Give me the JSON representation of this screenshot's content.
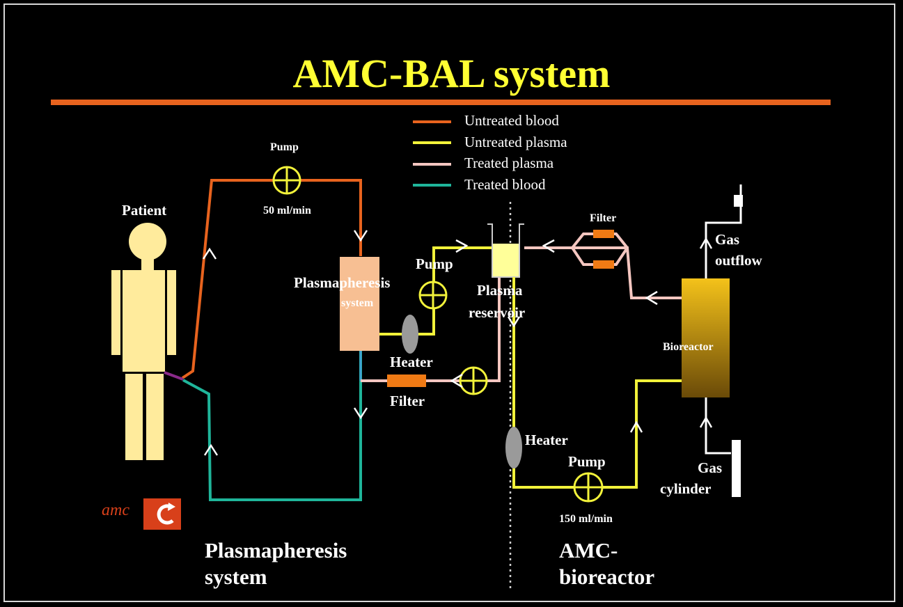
{
  "title": "AMC-BAL system",
  "colors": {
    "title": "#ffff33",
    "untreated_blood": "#e8631e",
    "untreated_plasma": "#f2f23a",
    "treated_plasma": "#f4c6c0",
    "treated_blood": "#1fb59a",
    "patient": "#ffeb9c",
    "plasmapheresis_system": "#f7bf93",
    "plasma_reservoir": "#ffff99",
    "heater": "#9a9a9a",
    "filter": "#f07a14"
  },
  "legend": [
    {
      "label": "Untreated blood",
      "color": "#e8631e"
    },
    {
      "label": "Untreated plasma",
      "color": "#f2f23a"
    },
    {
      "label": "Treated plasma",
      "color": "#f4c6c0"
    },
    {
      "label": "Treated blood",
      "color": "#1fb59a"
    }
  ],
  "labels": {
    "patient": "Patient",
    "pump_top": "Pump",
    "pump_top_rate": "50 ml/min",
    "plasmapheresis_line1": "Plasmapheresis",
    "plasmapheresis_line2": "system",
    "pump_mid": "Pump",
    "heater_left": "Heater",
    "filter_left": "Filter",
    "plasma_reservoir_line1": "Plasma",
    "plasma_reservoir_line2": "reservoir",
    "filter_right": "Filter",
    "gas_outflow_line1": "Gas",
    "gas_outflow_line2": "outflow",
    "bioreactor": "Bioreactor",
    "heater_right": "Heater",
    "pump_bottom": "Pump",
    "pump_bottom_rate": "150 ml/min",
    "gas_cylinder_line1": "Gas",
    "gas_cylinder_line2": "cylinder",
    "section_left_line1": "Plasmapheresis",
    "section_left_line2": "system",
    "section_right_line1": "AMC-",
    "section_right_line2": "bioreactor",
    "logo_text": "amc"
  }
}
